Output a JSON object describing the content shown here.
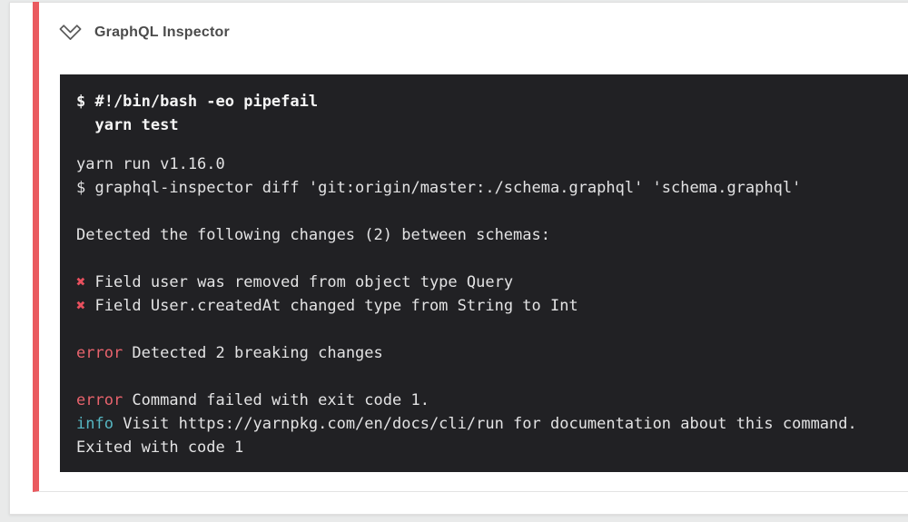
{
  "header": {
    "title": "GraphQL Inspector",
    "collapse_icon": "double-chevron-down"
  },
  "colors": {
    "step_accent": "#ea5a5f",
    "panel_border": "#e0e0e0",
    "terminal_background": "#212124",
    "terminal_text": "#e3e3e4",
    "command_text": "#f5f5f5",
    "error": "#e8636d",
    "info": "#56b6c2",
    "cross": "#e8505e",
    "header_text": "#4b4b4b"
  },
  "terminal": {
    "command_lines": [
      "$ #!/bin/bash -eo pipefail",
      "  yarn test"
    ],
    "output_lines": [
      [
        {
          "t": "yarn run v1.16.0",
          "c": "terminal_text"
        }
      ],
      [
        {
          "t": "$ graphql-inspector diff 'git:origin/master:./schema.graphql' 'schema.graphql'",
          "c": "terminal_text"
        }
      ],
      [],
      [
        {
          "t": "Detected the following changes (2) between schemas:",
          "c": "terminal_text"
        }
      ],
      [],
      [
        {
          "t": "✖",
          "c": "cross"
        },
        {
          "t": " Field user was removed from object type Query",
          "c": "terminal_text"
        }
      ],
      [
        {
          "t": "✖",
          "c": "cross"
        },
        {
          "t": " Field User.createdAt changed type from String to Int",
          "c": "terminal_text"
        }
      ],
      [],
      [
        {
          "t": "error",
          "c": "error"
        },
        {
          "t": " Detected 2 breaking changes",
          "c": "terminal_text"
        }
      ],
      [],
      [
        {
          "t": "error",
          "c": "error"
        },
        {
          "t": " Command failed with exit code 1.",
          "c": "terminal_text"
        }
      ],
      [
        {
          "t": "info",
          "c": "info"
        },
        {
          "t": " Visit https://yarnpkg.com/en/docs/cli/run for documentation about this command.",
          "c": "terminal_text"
        }
      ],
      [
        {
          "t": "Exited with code 1",
          "c": "terminal_text"
        }
      ]
    ]
  }
}
